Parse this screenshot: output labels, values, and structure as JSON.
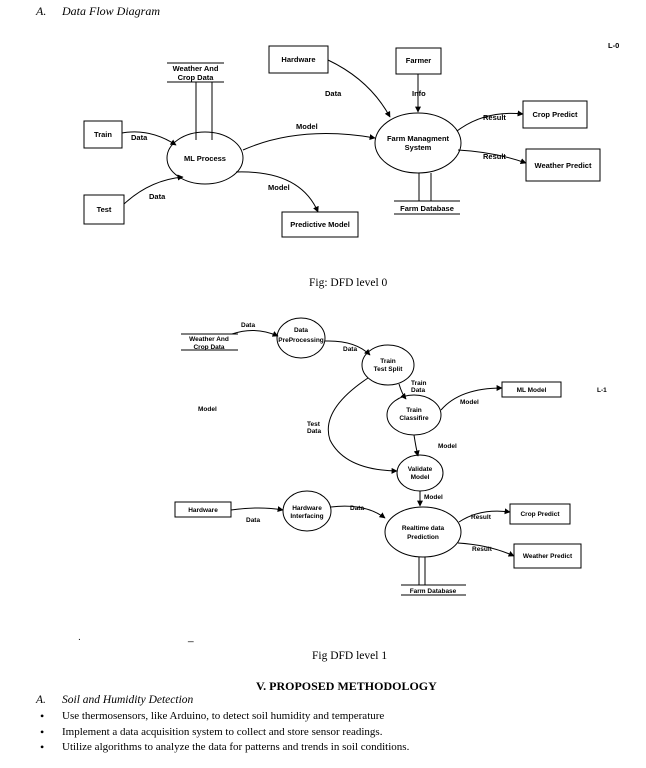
{
  "doc": {
    "section_a_num": "A.",
    "section_a_title": "Data Flow Diagram",
    "fig0_caption": "Fig: DFD level 0",
    "fig1_caption": "Fig DFD level 1",
    "section5_title": "V.  PROPOSED METHODOLOGY",
    "sub_a_num": "A.",
    "sub_a_title": "Soil and Humidity Detection",
    "bullets": [
      "Use thermosensors, like Arduino, to detect soil humidity and temperature",
      "Implement a data acquisition system to collect and store sensor readings.",
      "Utilize algorithms to analyze the data for patterns and trends in soil conditions."
    ]
  },
  "dfd0": {
    "level": "L-0",
    "weather_store_line1": "Weather And",
    "weather_store_line2": "Crop Data",
    "hardware": "Hardware",
    "farmer": "Farmer",
    "train": "Train",
    "test": "Test",
    "ml_process": "ML Process",
    "predictive_model": "Predictive Model",
    "farm_mgmt_line1": "Farm Managment",
    "farm_mgmt_line2": "System",
    "farm_db": "Farm Database",
    "crop_predict": "Crop Predict",
    "weather_predict": "Weather Predict",
    "lbl_data_hw": "Data",
    "lbl_info": "Info",
    "lbl_model_top": "Model",
    "lbl_data_train": "Data",
    "lbl_data_test": "Data",
    "lbl_model_bottom": "Model",
    "lbl_result1": "Result",
    "lbl_result2": "Result"
  },
  "dfd1": {
    "level": "L-1",
    "weather_store_line1": "Weather And",
    "weather_store_line2": "Crop Data",
    "lbl_data1": "Data",
    "preproc_line1": "Data",
    "preproc_line2": "PreProcessing",
    "lbl_data2": "Data",
    "split_line1": "Train",
    "split_line2": "Test Split",
    "lbl_train_data1": "Train",
    "lbl_train_data2": "Data",
    "classifier_line1": "Train",
    "classifier_line2": "Classifire",
    "ml_model": "ML Model",
    "lbl_model1": "Model",
    "model_side": "Model",
    "lbl_test_data1": "Test",
    "lbl_test_data2": "Data",
    "lbl_model2": "Model",
    "validate_line1": "Validate",
    "validate_line2": "Model",
    "lbl_model3": "Model",
    "hardware": "Hardware",
    "lbl_data3": "Data",
    "hw_if_line1": "Hardware",
    "hw_if_line2": "Interfacing",
    "lbl_data4": "Data",
    "rt_line1": "Realtime data",
    "rt_line2": "Prediction",
    "lbl_result1": "Result",
    "lbl_result2": "Result",
    "crop_predict": "Crop Predict",
    "weather_predict": "Weather Predict",
    "farm_db": "Farm Database"
  },
  "stray": {
    "dot": ".",
    "dash": "_"
  }
}
